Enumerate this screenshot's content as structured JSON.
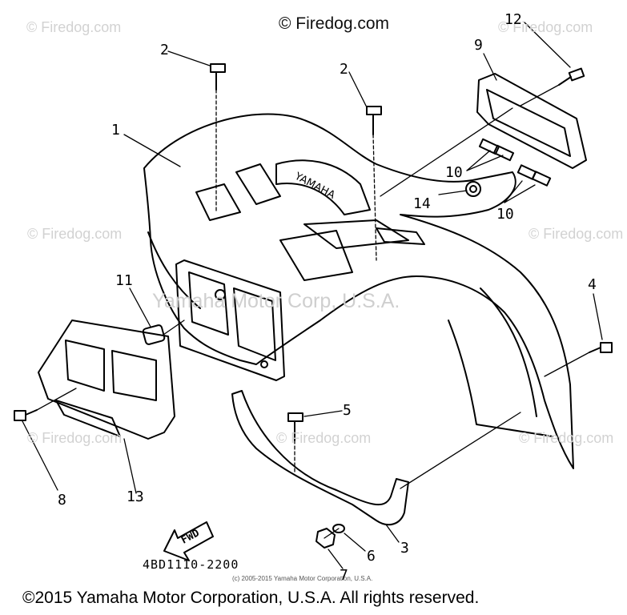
{
  "header": {
    "site": "© Firedog.com"
  },
  "watermarks": {
    "site": "© Firedog.com",
    "center": "Yamaha Motor Corp, U.S.A."
  },
  "parts": [
    "1",
    "2",
    "2",
    "3",
    "4",
    "5",
    "6",
    "7",
    "8",
    "9",
    "10",
    "10",
    "11",
    "12",
    "13",
    "14"
  ],
  "fwd_label": "FWD",
  "diagram_code": "4BD1110-2200",
  "small_copyright": "(c) 2005-2015 Yamaha Motor Corporation, U.S.A.",
  "footer": "©2015 Yamaha Motor Corporation, U.S.A. All rights reserved."
}
